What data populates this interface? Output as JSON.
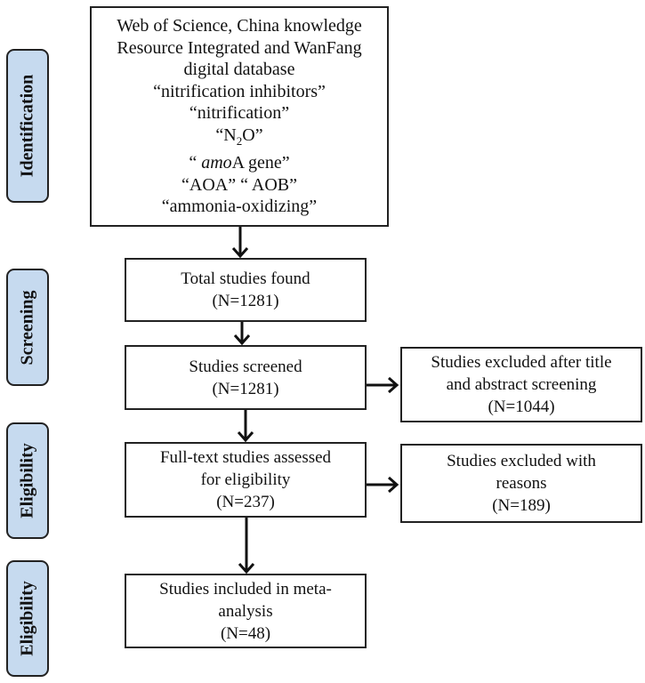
{
  "stages": [
    "Identification",
    "Screening",
    "Eligibility",
    "Eligibility"
  ],
  "identification_box": {
    "lines": [
      "Web of Science, China knowledge",
      "Resource Integrated and WanFang",
      "digital database",
      "“nitrification inhibitors”",
      "“nitrification”"
    ],
    "n2o_prefix": "“N",
    "n2o_sub": "2",
    "n2o_suffix": "O”",
    "amo_prefix": "“ ",
    "amo_italic": "amo",
    "amo_suffix": "A gene”",
    "lines_after": [
      "“AOA” “ AOB”",
      "“ammonia-oxidizing”"
    ]
  },
  "boxes": {
    "total": [
      "Total studies found",
      "(N=1281)"
    ],
    "screened": [
      "Studies screened",
      "(N=1281)"
    ],
    "excluded_title": [
      "Studies excluded after title",
      "and abstract screening",
      "(N=1044)"
    ],
    "fulltext": [
      "Full-text studies assessed",
      "for eligibility",
      "(N=237)"
    ],
    "excluded_reasons": [
      "Studies excluded with",
      "reasons",
      "(N=189)"
    ],
    "included": [
      "Studies included in meta-",
      "analysis",
      "(N=48)"
    ]
  },
  "colors": {
    "stage_fill": "#c6daef",
    "border": "#222222"
  }
}
